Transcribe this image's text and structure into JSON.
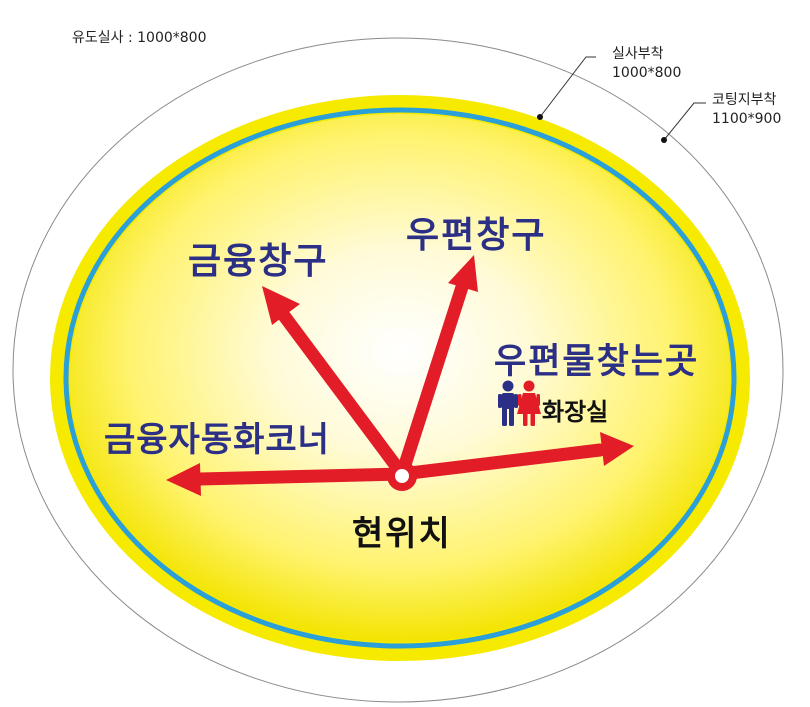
{
  "spec": {
    "guide_print_label": "유도실사 : 1000*800",
    "print_attach": {
      "name": "실사부착",
      "size": "1000*800"
    },
    "coating_attach": {
      "name": "코팅지부착",
      "size": "1100*900"
    }
  },
  "sign": {
    "current_location": "현위치",
    "destinations": {
      "finance_window": "금융창구",
      "postal_window": "우편창구",
      "postal_lookup": "우편물찾는곳",
      "restroom": "화장실",
      "atm_corner": "금융자동화코너"
    }
  },
  "colors": {
    "outer_border": "#7a7a7a",
    "yellow_ring": "#f5ea00",
    "blue_ring": "#2a9fd8",
    "arrow_red": "#e21d27",
    "text_navy": "#2b2f86",
    "male_icon": "#2b2f86",
    "female_icon": "#e21d27"
  }
}
